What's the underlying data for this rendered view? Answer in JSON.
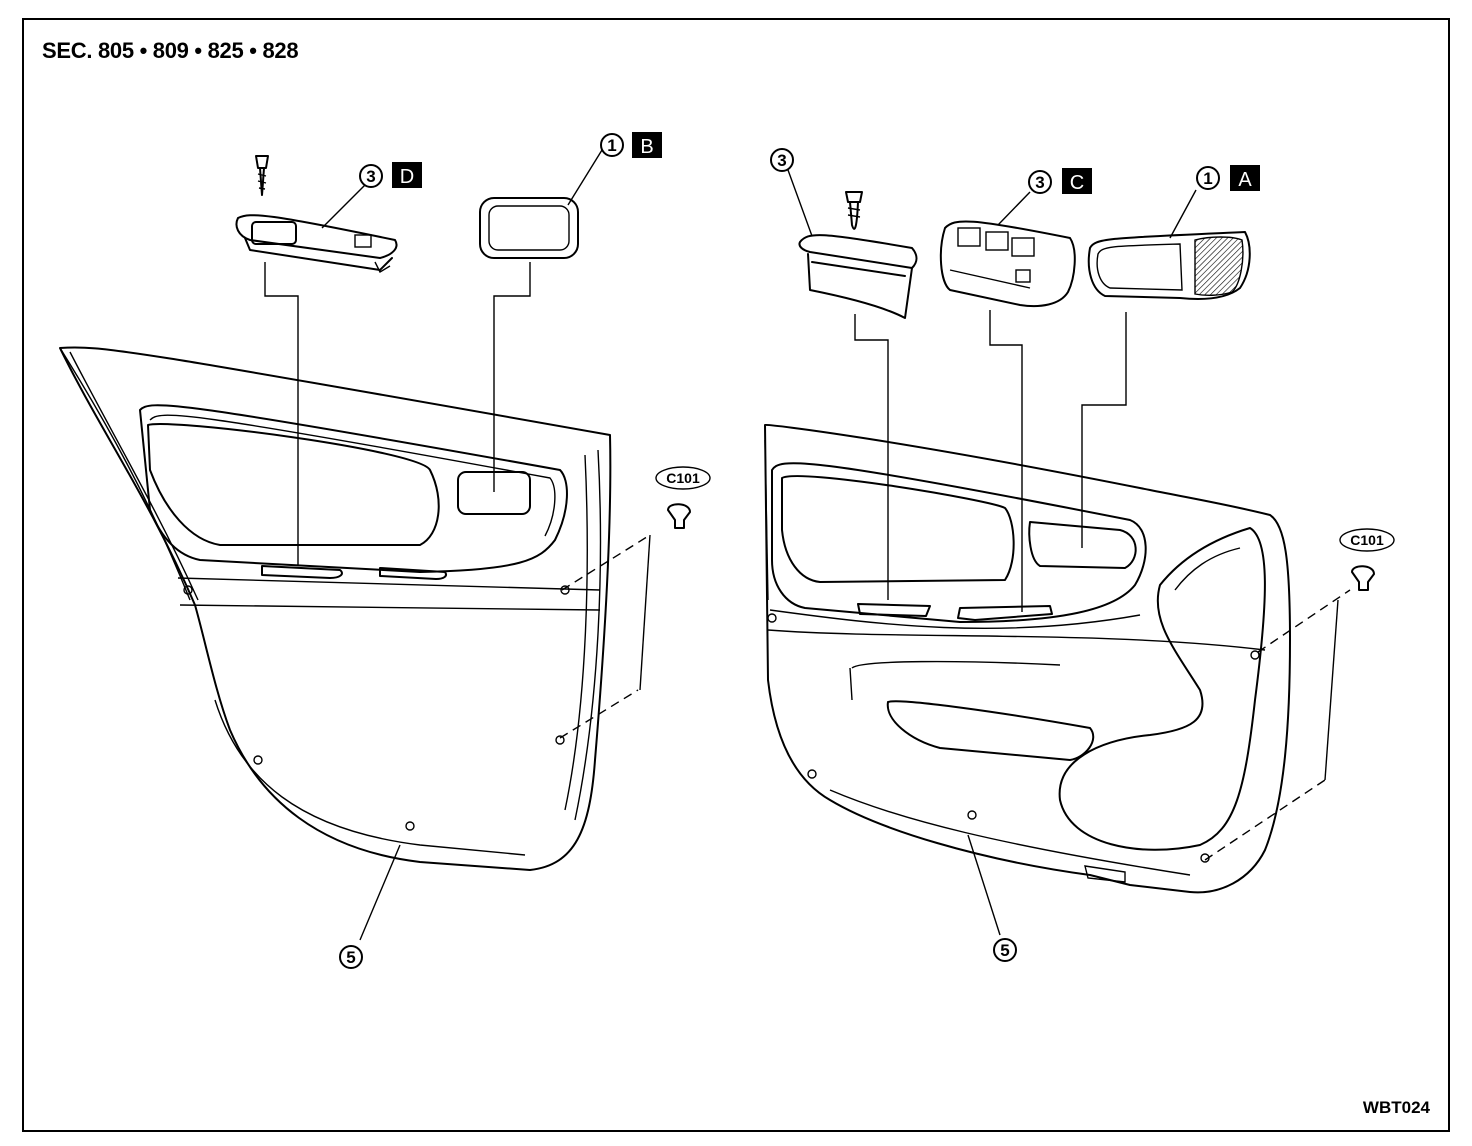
{
  "header": {
    "section": "SEC. 805 • 809 • 825 • 828"
  },
  "footer": {
    "figure_code": "WBT024"
  },
  "callouts": {
    "left_finisher": "1",
    "left_finisher_tag": "B",
    "left_switch": "3",
    "left_switch_tag": "D",
    "left_trim": "5",
    "right_pull": "3",
    "right_switch": "3",
    "right_switch_tag": "C",
    "right_finisher": "1",
    "right_finisher_tag": "A",
    "right_trim": "5"
  },
  "clips": {
    "left": "C101",
    "right": "C101"
  }
}
